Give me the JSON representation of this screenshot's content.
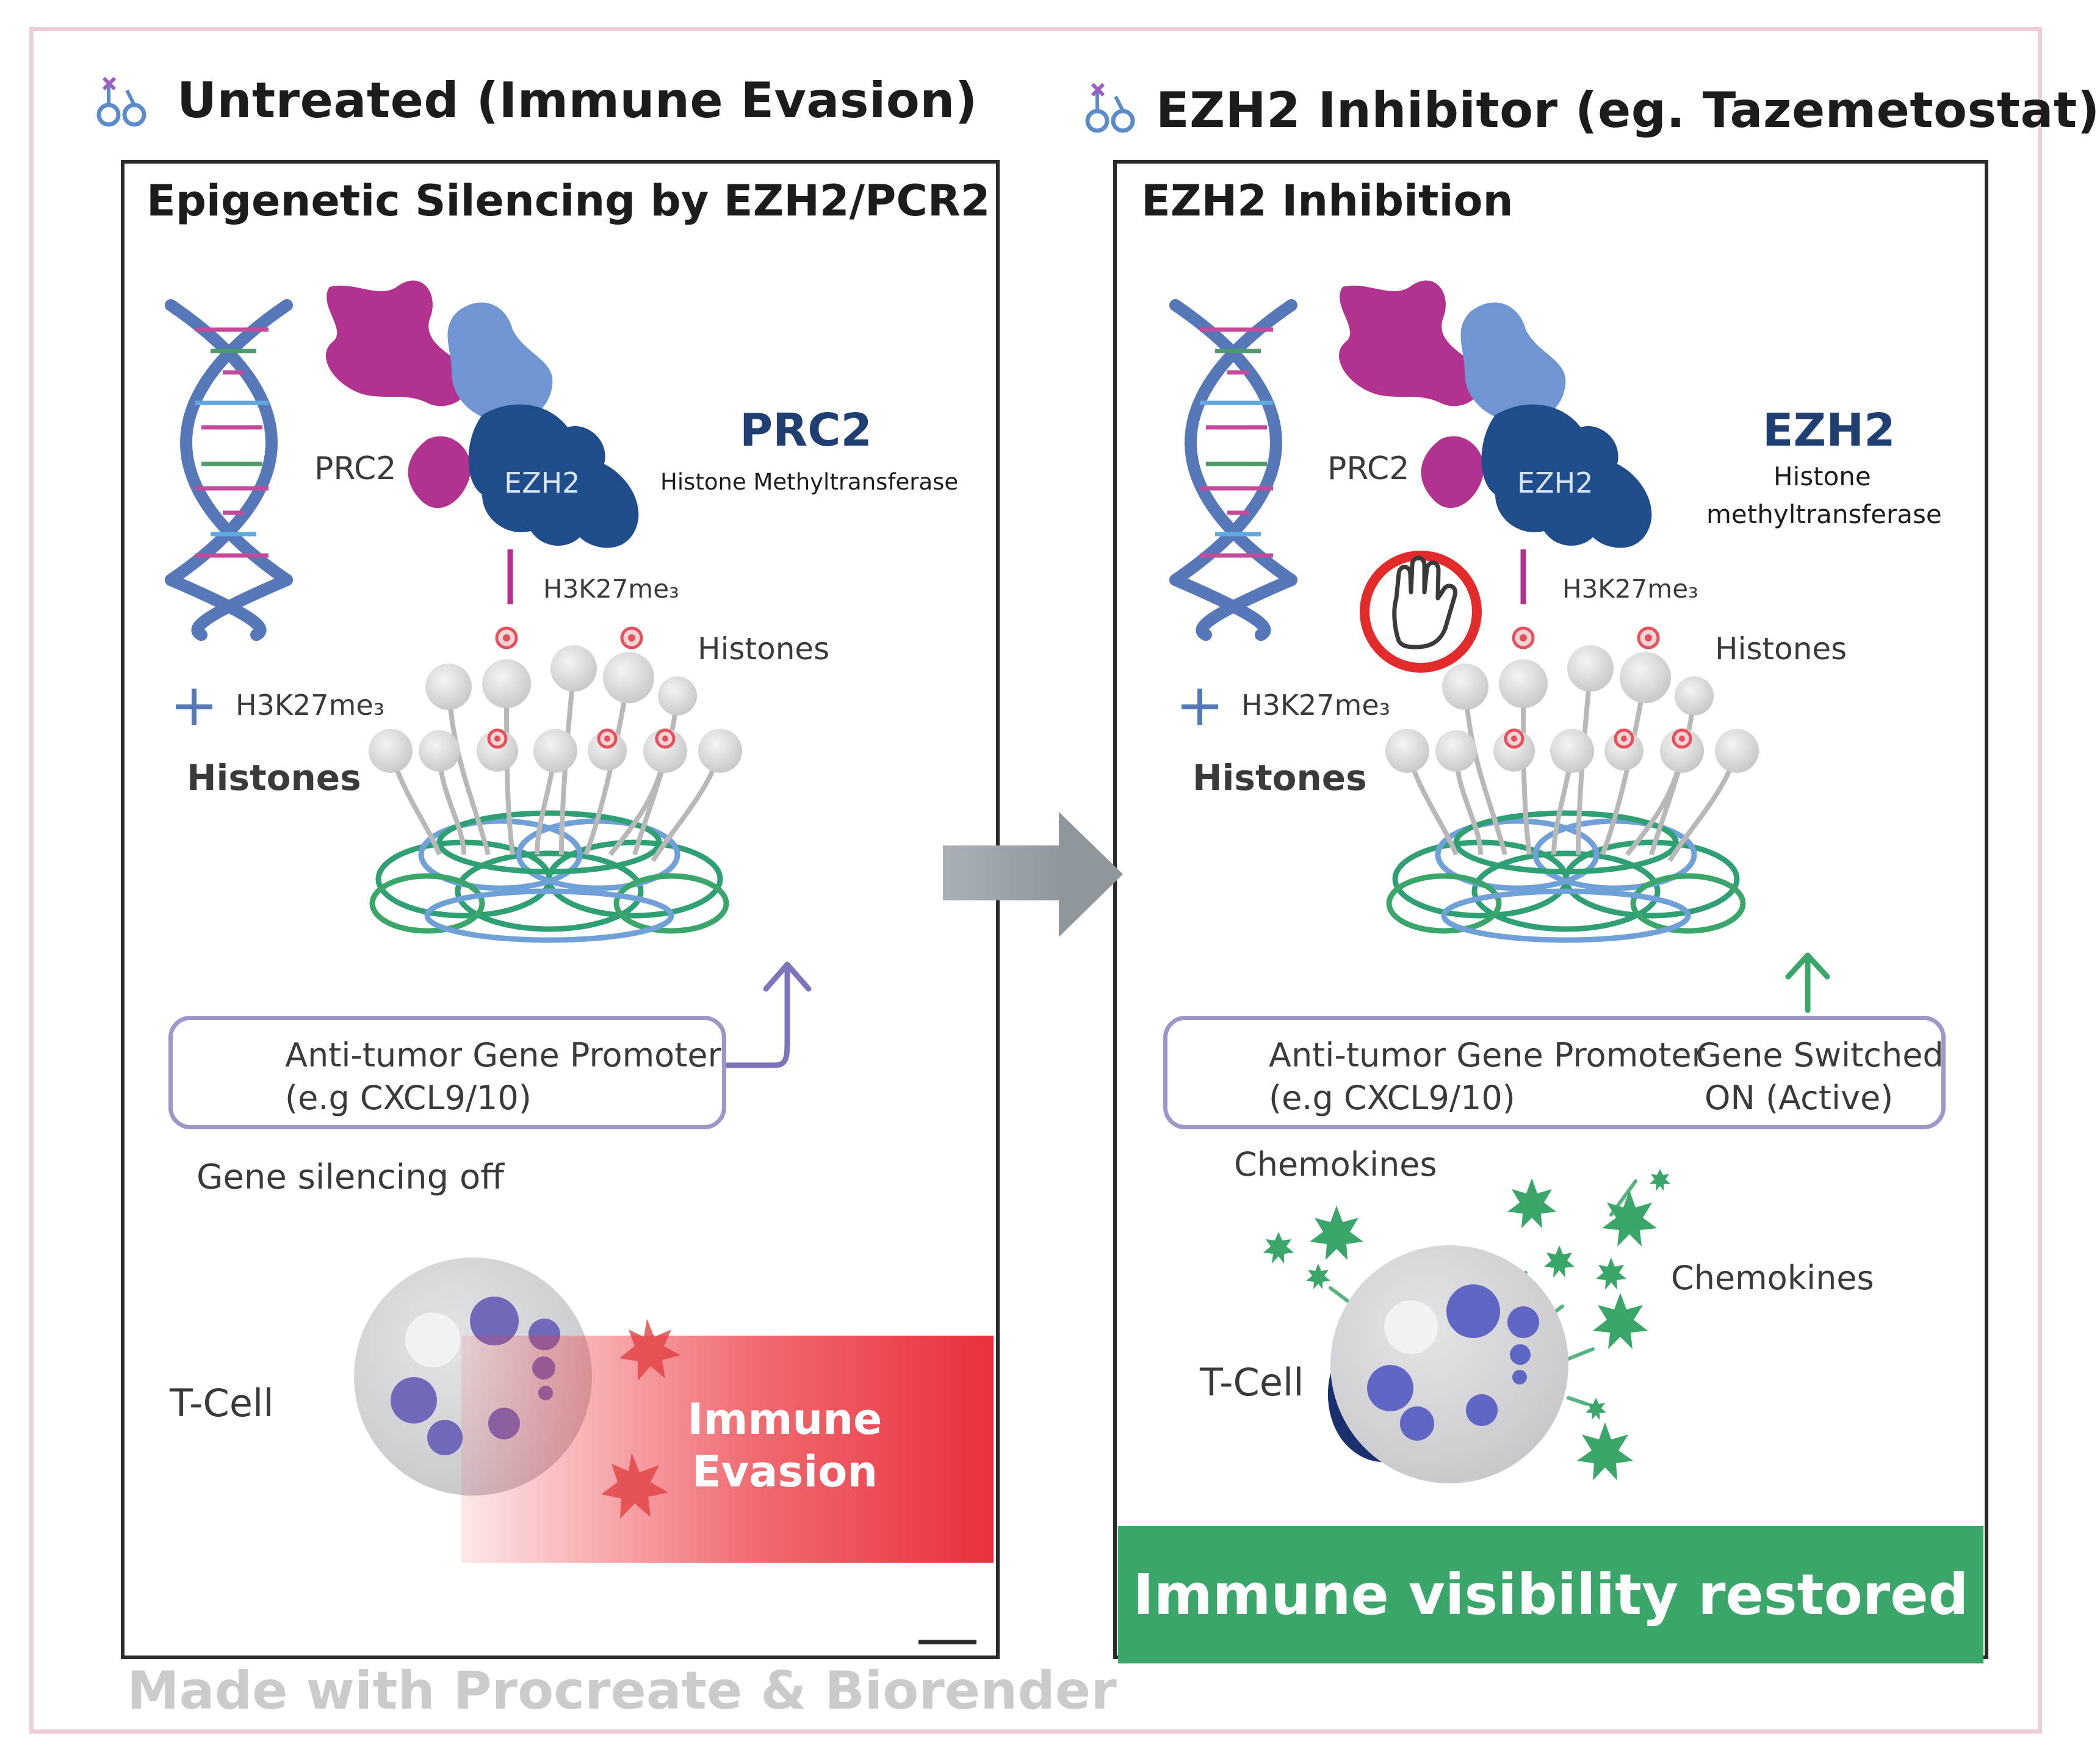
{
  "left": {
    "title": "Untreated (Immune Evasion)",
    "heading": "Epigenetic Silencing by EZH2/PCR2",
    "prc2_small": "PRC2",
    "ezh2_small": "EZH2",
    "prc2_big": "PRC2",
    "enzyme_desc": "Histone Methyltransferase",
    "h3k27_top": "H3K27me₃",
    "histones_top": "Histones",
    "legend_mark": "H3K27me₃",
    "histones_label": "Histones",
    "promoter_line1": "Anti-tumor Gene Promoter",
    "promoter_line2": "(e.g   CXCL9/10)",
    "silencing_label": "Gene silencing off",
    "tcell_label": "T-Cell",
    "evasion_line1": "Immune",
    "evasion_line2": "Evasion"
  },
  "right": {
    "title": "EZH2 Inhibitor (eg. Tazemetostat)",
    "heading": "EZH2 Inhibition",
    "prc2_small": "PRC2",
    "ezh2_small": "EZH2",
    "ezh2_big": "EZH2",
    "enzyme_desc_line1": "Histone",
    "enzyme_desc_line2": "methyltransferase",
    "h3k27_top": "H3K27me₃",
    "histones_top": "Histones",
    "legend_mark": "H3K27me₃",
    "histones_label": "Histones",
    "promoter_line1": "Anti-tumor Gene Promoter",
    "promoter_line2": "(e.g   CXCL9/10)",
    "switch_line1": "Gene Switched",
    "switch_line2": "ON (Active)",
    "chemokines_top": "Chemokines",
    "chemokines_side": "Chemokines",
    "tcell_label": "T-Cell",
    "banner": "Immune visibility restored"
  },
  "footer": "Made with Procreate & Biorender",
  "colors": {
    "magenta": "#b2338f",
    "light_blue": "#6f96d3",
    "navy": "#1f4d8c",
    "dna_blue": "#5678b8",
    "red": "#e63741",
    "green": "#3aa66a",
    "arrow_gray": "#9aa1a7"
  },
  "icons": [
    "dna-helix-icon",
    "stop-hand-icon",
    "red-x-icon",
    "green-check-icon",
    "up-arrow-icon",
    "right-arrow-icon"
  ]
}
